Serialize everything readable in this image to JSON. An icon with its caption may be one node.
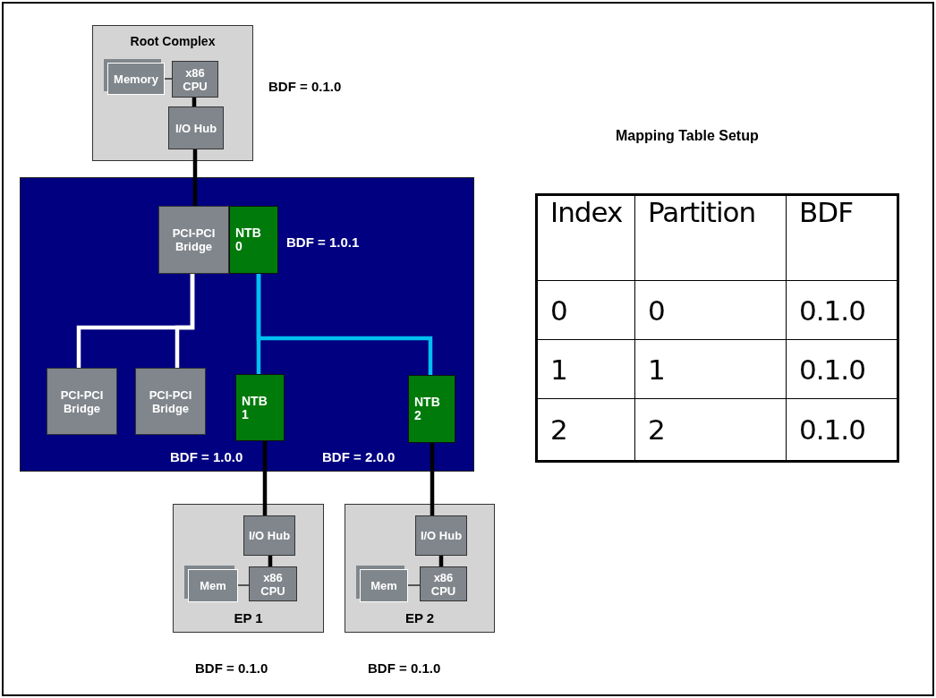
{
  "diagram": {
    "nodes": [
      {
        "text": [
          "Root Complex"
        ],
        "beside": [
          "BDF = 0.1.0"
        ]
      },
      {
        "text": [
          "Memory"
        ],
        "in": 0
      },
      {
        "text": [
          "x86 CPU"
        ],
        "in": 0
      },
      {
        "text": [
          "I/O Hub"
        ],
        "in": 0
      },
      {
        "text": [],
        "shape": "box"
      },
      {
        "text": [
          "PCI-PCI Bridge"
        ],
        "in": 4
      },
      {
        "text": [
          "NTB 0"
        ],
        "in": 4,
        "beside": [
          "BDF = 1.0.1"
        ]
      },
      {
        "text": [
          "PCI-PCI Bridge"
        ],
        "in": 4
      },
      {
        "text": [
          "PCI-PCI Bridge"
        ],
        "in": 4
      },
      {
        "text": [
          "NTB 1"
        ],
        "in": 4,
        "beside": [
          "BDF = 1.0.0"
        ]
      },
      {
        "text": [
          "NTB 2"
        ],
        "in": 4,
        "beside": [
          "BDF = 2.0.0"
        ]
      },
      {
        "text": [
          "EP 1"
        ],
        "beside": [
          "BDF = 0.1.0"
        ]
      },
      {
        "text": [
          "I/O Hub"
        ],
        "in": 11
      },
      {
        "text": [
          "Mem"
        ],
        "in": 11
      },
      {
        "text": [
          "x86 CPU"
        ],
        "in": 11
      },
      {
        "text": [
          "EP 2"
        ],
        "beside": [
          "BDF = 0.1.0"
        ]
      },
      {
        "text": [
          "I/O Hub"
        ],
        "in": 15
      },
      {
        "text": [
          "Mem"
        ],
        "in": 15
      },
      {
        "text": [
          "x86 CPU"
        ],
        "in": 15
      }
    ],
    "edges": [
      {
        "from": 1,
        "to": 2,
        "arrow": "none",
        "color": "#555555"
      },
      {
        "from": 2,
        "to": 3,
        "arrow": "none"
      },
      {
        "from": 3,
        "to": 5,
        "arrow": "none"
      },
      {
        "from": 5,
        "to": 7,
        "arrow": "none",
        "color": "#ffffff"
      },
      {
        "from": 5,
        "to": 8,
        "arrow": "none",
        "color": "#ffffff"
      },
      {
        "from": 6,
        "to": 9,
        "arrow": "none",
        "color": "#00c0f0"
      },
      {
        "from": 6,
        "to": 10,
        "arrow": "none",
        "color": "#00c0f0"
      },
      {
        "from": 9,
        "to": 12,
        "arrow": "none"
      },
      {
        "from": 10,
        "to": 16,
        "arrow": "none"
      },
      {
        "from": 12,
        "to": 14,
        "arrow": "none"
      },
      {
        "from": 13,
        "to": 14,
        "arrow": "none",
        "color": "#555555"
      },
      {
        "from": 16,
        "to": 18,
        "arrow": "none"
      },
      {
        "from": 17,
        "to": 18,
        "arrow": "none",
        "color": "#555555"
      }
    ],
    "labels": [
      "Mapping Table Setup",
      "Index",
      "Partition",
      "BDF",
      "0",
      "0",
      "0.1.0",
      "1",
      "1",
      "0.1.0",
      "2",
      "2",
      "0.1.0"
    ]
  }
}
